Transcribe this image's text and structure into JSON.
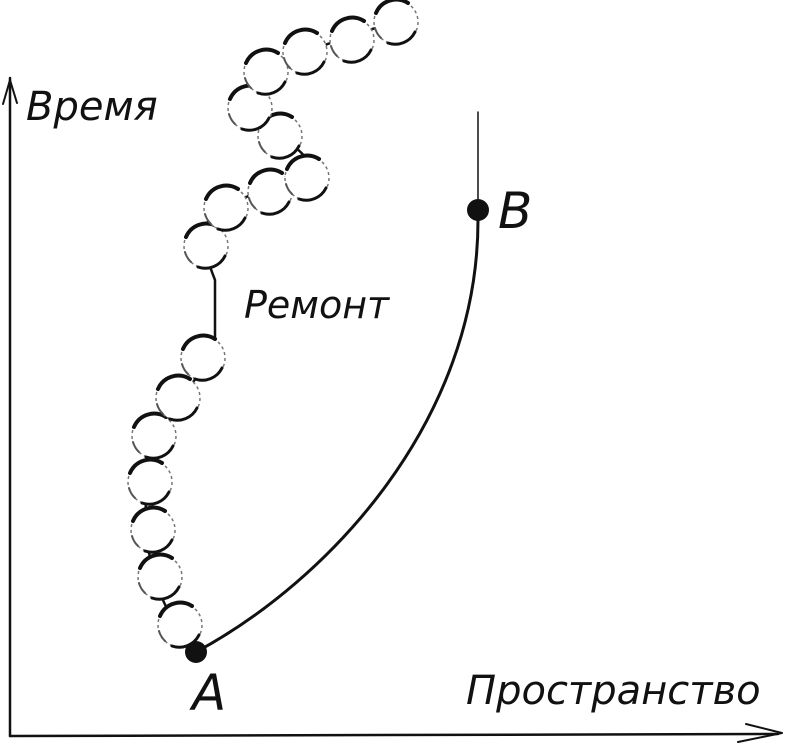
{
  "axes": {
    "y_label": "Время",
    "x_label": "Пространство"
  },
  "points": {
    "start": "A",
    "end": "B"
  },
  "annotation": "Ремонт",
  "colors": {
    "ink": "#111111",
    "background": "#ffffff",
    "bead_shade": "#777777"
  }
}
